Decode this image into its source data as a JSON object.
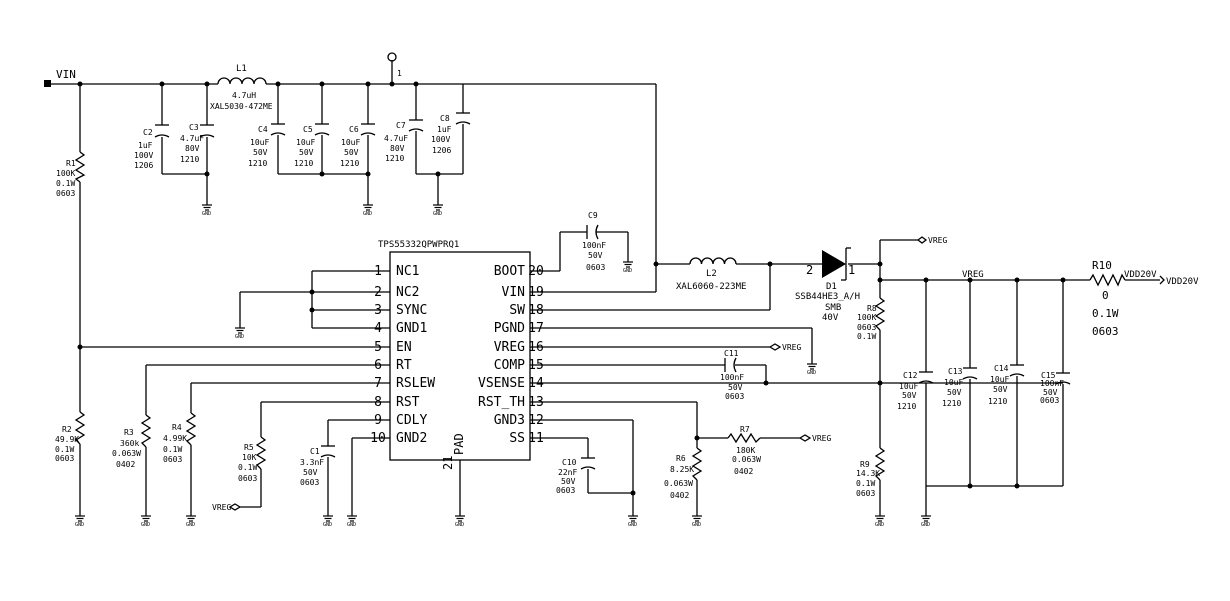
{
  "ic": {
    "name": "TPS55332QPWPRQ1",
    "pad_label": "PAD",
    "left_pins": [
      {
        "num": "1",
        "name": "NC1"
      },
      {
        "num": "2",
        "name": "NC2"
      },
      {
        "num": "3",
        "name": "SYNC"
      },
      {
        "num": "4",
        "name": "GND1"
      },
      {
        "num": "5",
        "name": "EN"
      },
      {
        "num": "6",
        "name": "RT"
      },
      {
        "num": "7",
        "name": "RSLEW"
      },
      {
        "num": "8",
        "name": "RST"
      },
      {
        "num": "9",
        "name": "CDLY"
      },
      {
        "num": "10",
        "name": "GND2"
      }
    ],
    "right_pins": [
      {
        "num": "20",
        "name": "BOOT"
      },
      {
        "num": "19",
        "name": "VIN"
      },
      {
        "num": "18",
        "name": "SW"
      },
      {
        "num": "17",
        "name": "PGND"
      },
      {
        "num": "16",
        "name": "VREG"
      },
      {
        "num": "15",
        "name": "COMP"
      },
      {
        "num": "14",
        "name": "VSENSE"
      },
      {
        "num": "13",
        "name": "RST_TH"
      },
      {
        "num": "12",
        "name": "GND3"
      },
      {
        "num": "11",
        "name": "SS"
      }
    ],
    "pad_num": "21"
  },
  "nets": {
    "vin": "VIN",
    "vreg": "VREG",
    "vdd20v": "VDD20V",
    "gnd": "GND"
  },
  "components": {
    "L1": {
      "ref": "L1",
      "value": "4.7uH",
      "part": "XAL5030-472ME"
    },
    "L2": {
      "ref": "L2",
      "part": "XAL6060-223ME"
    },
    "D1": {
      "ref": "D1",
      "part": "SSB44HE3_A/H",
      "pkg": "SMB",
      "volt": "40V",
      "pin_a": "2",
      "pin_k": "1"
    },
    "C2": {
      "ref": "C2",
      "value": "1uF",
      "volt": "100V",
      "size": "1206"
    },
    "C3": {
      "ref": "C3",
      "value": "4.7uF",
      "volt": "80V",
      "size": "1210"
    },
    "C4": {
      "ref": "C4",
      "value": "10uF",
      "volt": "50V",
      "size": "1210"
    },
    "C5": {
      "ref": "C5",
      "value": "10uF",
      "volt": "50V",
      "size": "1210"
    },
    "C6": {
      "ref": "C6",
      "value": "10uF",
      "volt": "50V",
      "size": "1210"
    },
    "C7": {
      "ref": "C7",
      "value": "4.7uF",
      "volt": "80V",
      "size": "1210"
    },
    "C8": {
      "ref": "C8",
      "value": "1uF",
      "volt": "100V",
      "size": "1206"
    },
    "C9": {
      "ref": "C9",
      "value": "100nF",
      "volt": "50V",
      "size": "0603"
    },
    "C10": {
      "ref": "C10",
      "value": "22nF",
      "volt": "50V",
      "size": "0603"
    },
    "C11": {
      "ref": "C11",
      "value": "100nF",
      "volt": "50V",
      "size": "0603"
    },
    "C1": {
      "ref": "C1",
      "value": "3.3nF",
      "volt": "50V",
      "size": "0603"
    },
    "C12": {
      "ref": "C12",
      "value": "10uF",
      "volt": "50V",
      "size": "1210"
    },
    "C13": {
      "ref": "C13",
      "value": "10uF",
      "volt": "50V",
      "size": "1210"
    },
    "C14": {
      "ref": "C14",
      "value": "10uF",
      "volt": "50V",
      "size": "1210"
    },
    "C15": {
      "ref": "C15",
      "value": "100nF",
      "volt": "50V",
      "size": "0603"
    },
    "R1": {
      "ref": "R1",
      "value": "100K",
      "power": "0.1W",
      "size": "0603"
    },
    "R2": {
      "ref": "R2",
      "value": "49.9K",
      "power": "0.1W",
      "size": "0603"
    },
    "R3": {
      "ref": "R3",
      "value": "360k",
      "power": "0.063W",
      "size": "0402"
    },
    "R4": {
      "ref": "R4",
      "value": "4.99K",
      "power": "0.1W",
      "size": "0603"
    },
    "R5": {
      "ref": "R5",
      "value": "10K",
      "power": "0.1W",
      "size": "0603"
    },
    "R6": {
      "ref": "R6",
      "value": "8.25K",
      "power": "0.063W",
      "size": "0402"
    },
    "R7": {
      "ref": "R7",
      "value": "180K",
      "power": "0.063W",
      "size": "0402"
    },
    "R8": {
      "ref": "R8",
      "value": "100K",
      "power": "0.1W",
      "size": "0603"
    },
    "R9": {
      "ref": "R9",
      "value": "14.3K",
      "power": "0.1W",
      "size": "0603"
    },
    "R10": {
      "ref": "R10",
      "value": "0",
      "power": "0.1W",
      "size": "0603"
    }
  },
  "test_point": {
    "label": "1"
  }
}
